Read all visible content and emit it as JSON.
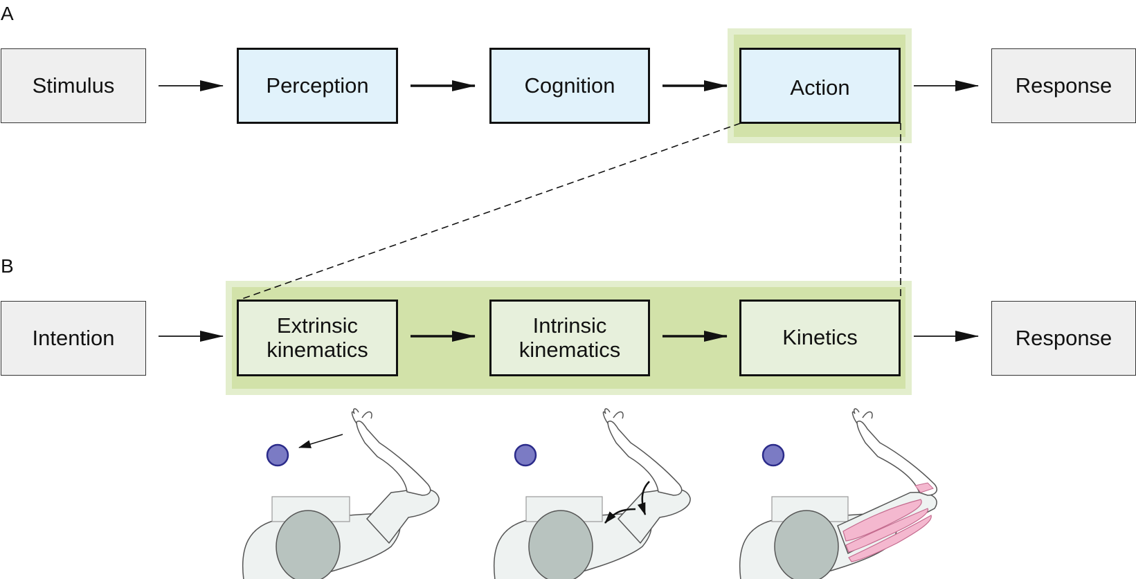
{
  "colors": {
    "gray_box": "#efefef",
    "blue_box": "#e1f2fb",
    "pale_box": "#e7f0dc",
    "highlight_outer": "#e3eecd",
    "highlight_inner": "#d2e2a9",
    "target_dot": "#7b7bc4",
    "muscle": "#f4b8cf",
    "head": "#b8c3bf",
    "body_fill": "#eef2f1"
  },
  "panel_a": {
    "label": "A",
    "boxes": {
      "stimulus": "Stimulus",
      "perception": "Perception",
      "cognition": "Cognition",
      "action": "Action",
      "response": "Response"
    }
  },
  "panel_b": {
    "label": "B",
    "boxes": {
      "intention": "Intention",
      "extrinsic_line1": "Extrinsic",
      "extrinsic_line2": "kinematics",
      "intrinsic_line1": "Intrinsic",
      "intrinsic_line2": "kinematics",
      "kinetics": "Kinetics",
      "response": "Response"
    }
  },
  "illustrations": [
    {
      "id": "extrinsic",
      "icon": "arm-reach-arrow-icon"
    },
    {
      "id": "intrinsic",
      "icon": "joint-rotation-icon"
    },
    {
      "id": "kinetics",
      "icon": "arm-muscles-icon"
    }
  ]
}
